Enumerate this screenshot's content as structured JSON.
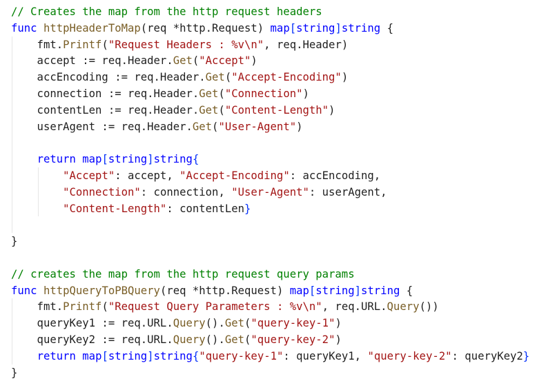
{
  "editor": {
    "colors": {
      "keyword": "#0000ff",
      "string": "#a31515",
      "function": "#795e26",
      "comment": "#008000",
      "package": "#267f99",
      "plain": "#1f1f1f",
      "bracket": "#0431fa",
      "background": "#ffffff"
    },
    "lines": [
      [
        [
          "com",
          "// Creates the map from the http request headers"
        ]
      ],
      [
        [
          "kw",
          "func"
        ],
        [
          "pl",
          " "
        ],
        [
          "fn",
          "httpHeaderToMap"
        ],
        [
          "pl",
          "(req *http.Request) "
        ],
        [
          "type",
          "map"
        ],
        [
          "br",
          "["
        ],
        [
          "type",
          "string"
        ],
        [
          "br",
          "]"
        ],
        [
          "type",
          "string"
        ],
        [
          "pl",
          " {"
        ]
      ],
      [
        [
          "pl",
          "    fmt."
        ],
        [
          "fn",
          "Printf"
        ],
        [
          "pl",
          "("
        ],
        [
          "str",
          "\"Request Headers : %v\\n\""
        ],
        [
          "pl",
          ", req.Header)"
        ]
      ],
      [
        [
          "pl",
          "    accept := req.Header."
        ],
        [
          "fn",
          "Get"
        ],
        [
          "pl",
          "("
        ],
        [
          "str",
          "\"Accept\""
        ],
        [
          "pl",
          ")"
        ]
      ],
      [
        [
          "pl",
          "    accEncoding := req.Header."
        ],
        [
          "fn",
          "Get"
        ],
        [
          "pl",
          "("
        ],
        [
          "str",
          "\"Accept-Encoding\""
        ],
        [
          "pl",
          ")"
        ]
      ],
      [
        [
          "pl",
          "    connection := req.Header."
        ],
        [
          "fn",
          "Get"
        ],
        [
          "pl",
          "("
        ],
        [
          "str",
          "\"Connection\""
        ],
        [
          "pl",
          ")"
        ]
      ],
      [
        [
          "pl",
          "    contentLen := req.Header."
        ],
        [
          "fn",
          "Get"
        ],
        [
          "pl",
          "("
        ],
        [
          "str",
          "\"Content-Length\""
        ],
        [
          "pl",
          ")"
        ]
      ],
      [
        [
          "pl",
          "    userAgent := req.Header."
        ],
        [
          "fn",
          "Get"
        ],
        [
          "pl",
          "("
        ],
        [
          "str",
          "\"User-Agent\""
        ],
        [
          "pl",
          ")"
        ]
      ],
      [
        [
          "pl",
          ""
        ]
      ],
      [
        [
          "pl",
          "    "
        ],
        [
          "kw",
          "return"
        ],
        [
          "pl",
          " "
        ],
        [
          "type",
          "map"
        ],
        [
          "br",
          "["
        ],
        [
          "type",
          "string"
        ],
        [
          "br",
          "]"
        ],
        [
          "type",
          "string"
        ],
        [
          "br",
          "{"
        ]
      ],
      [
        [
          "pl",
          "        "
        ],
        [
          "str",
          "\"Accept\""
        ],
        [
          "pl",
          ": accept, "
        ],
        [
          "str",
          "\"Accept-Encoding\""
        ],
        [
          "pl",
          ": accEncoding,"
        ]
      ],
      [
        [
          "pl",
          "        "
        ],
        [
          "str",
          "\"Connection\""
        ],
        [
          "pl",
          ": connection, "
        ],
        [
          "str",
          "\"User-Agent\""
        ],
        [
          "pl",
          ": userAgent,"
        ]
      ],
      [
        [
          "pl",
          "        "
        ],
        [
          "str",
          "\"Content-Length\""
        ],
        [
          "pl",
          ": contentLen"
        ],
        [
          "br",
          "}"
        ]
      ],
      [
        [
          "pl",
          ""
        ]
      ],
      [
        [
          "pl",
          "}"
        ]
      ],
      [
        [
          "pl",
          ""
        ]
      ],
      [
        [
          "com",
          "// creates the map from the http request query params"
        ]
      ],
      [
        [
          "kw",
          "func"
        ],
        [
          "pl",
          " "
        ],
        [
          "fn",
          "httpQueryToPBQuery"
        ],
        [
          "pl",
          "(req *http.Request) "
        ],
        [
          "type",
          "map"
        ],
        [
          "br",
          "["
        ],
        [
          "type",
          "string"
        ],
        [
          "br",
          "]"
        ],
        [
          "type",
          "string"
        ],
        [
          "pl",
          " {"
        ]
      ],
      [
        [
          "pl",
          "    fmt."
        ],
        [
          "fn",
          "Printf"
        ],
        [
          "pl",
          "("
        ],
        [
          "str",
          "\"Request Query Parameters : %v\\n\""
        ],
        [
          "pl",
          ", req.URL."
        ],
        [
          "fn",
          "Query"
        ],
        [
          "pl",
          "())"
        ]
      ],
      [
        [
          "pl",
          "    queryKey1 := req.URL."
        ],
        [
          "fn",
          "Query"
        ],
        [
          "pl",
          "()."
        ],
        [
          "fn",
          "Get"
        ],
        [
          "pl",
          "("
        ],
        [
          "str",
          "\"query-key-1\""
        ],
        [
          "pl",
          ")"
        ]
      ],
      [
        [
          "pl",
          "    queryKey2 := req.URL."
        ],
        [
          "fn",
          "Query"
        ],
        [
          "pl",
          "()."
        ],
        [
          "fn",
          "Get"
        ],
        [
          "pl",
          "("
        ],
        [
          "str",
          "\"query-key-2\""
        ],
        [
          "pl",
          ")"
        ]
      ],
      [
        [
          "pl",
          "    "
        ],
        [
          "kw",
          "return"
        ],
        [
          "pl",
          " "
        ],
        [
          "type",
          "map"
        ],
        [
          "br",
          "["
        ],
        [
          "type",
          "string"
        ],
        [
          "br",
          "]"
        ],
        [
          "type",
          "string"
        ],
        [
          "br",
          "{"
        ],
        [
          "str",
          "\"query-key-1\""
        ],
        [
          "pl",
          ": queryKey1, "
        ],
        [
          "str",
          "\"query-key-2\""
        ],
        [
          "pl",
          ": queryKey2"
        ],
        [
          "br",
          "}"
        ]
      ],
      [
        [
          "pl",
          "}"
        ]
      ]
    ]
  }
}
